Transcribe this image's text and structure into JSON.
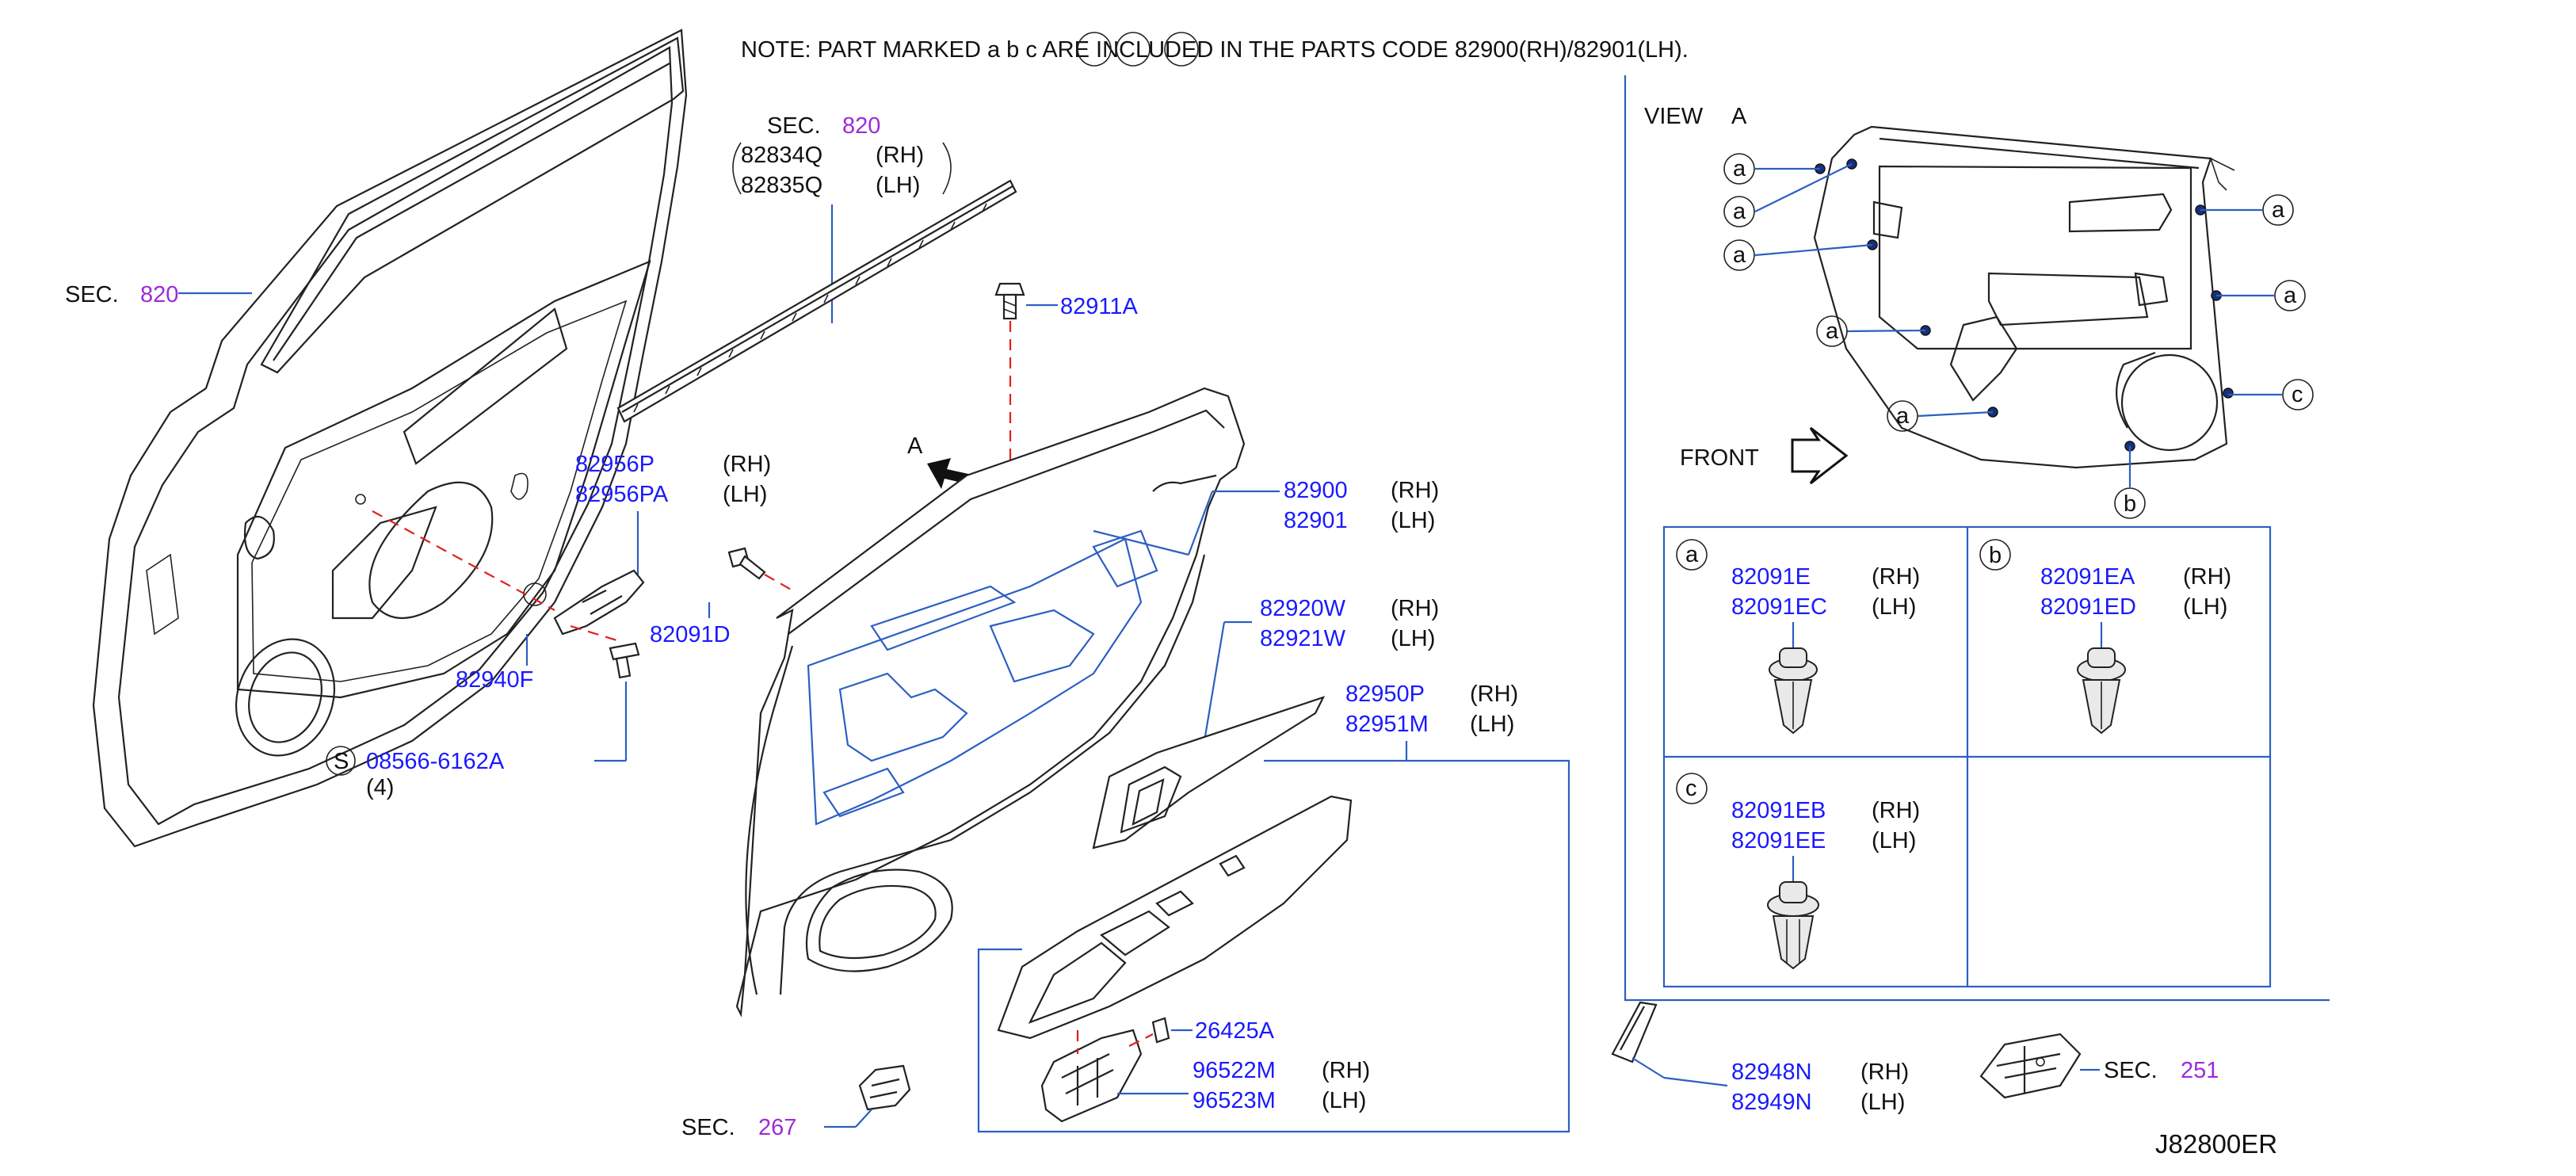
{
  "note": "NOTE:  PART  MARKED  a  b  c  ARE  INCLUDED  IN  THE  PARTS  CODE  82900(RH)/82901(LH).",
  "drawing_code": "J82800ER",
  "sec_prefix": "SEC.",
  "sections": {
    "door_outer": "820",
    "weatherstrip": "820",
    "bottom_switch": "267",
    "bottom_right": "251"
  },
  "view": {
    "title": "VIEW",
    "letter": "A",
    "front_label": "FRONT",
    "arrow_letter": "A"
  },
  "sides": {
    "rh": "(RH)",
    "lh": "(LH)"
  },
  "parts": {
    "p82834Q": "82834Q",
    "p82835Q": "82835Q",
    "p82911A": "82911A",
    "p82956P": "82956P",
    "p82956PA": "82956PA",
    "p82091D": "82091D",
    "p82940F": "82940F",
    "p08566": "08566-6162A",
    "p08566_qty": "(4)",
    "p82900": "82900",
    "p82901": "82901",
    "p82920W": "82920W",
    "p82921W": "82921W",
    "p82950P": "82950P",
    "p82951M": "82951M",
    "p26425A": "26425A",
    "p96522M": "96522M",
    "p96523M": "96523M",
    "p82948N": "82948N",
    "p82949N": "82949N"
  },
  "callouts": {
    "a": "a",
    "b": "b",
    "c": "c",
    "s": "S"
  },
  "clip_table": {
    "a": {
      "rh_code": "82091E",
      "lh_code": "82091EC"
    },
    "b": {
      "rh_code": "82091EA",
      "lh_code": "82091ED"
    },
    "c": {
      "rh_code": "82091EB",
      "lh_code": "82091EE"
    }
  },
  "colors": {
    "part_number": "#1a1aff",
    "section_number": "#9d2bd9",
    "leader_line": "#2c5fc2",
    "dashed_line": "#e02020"
  }
}
